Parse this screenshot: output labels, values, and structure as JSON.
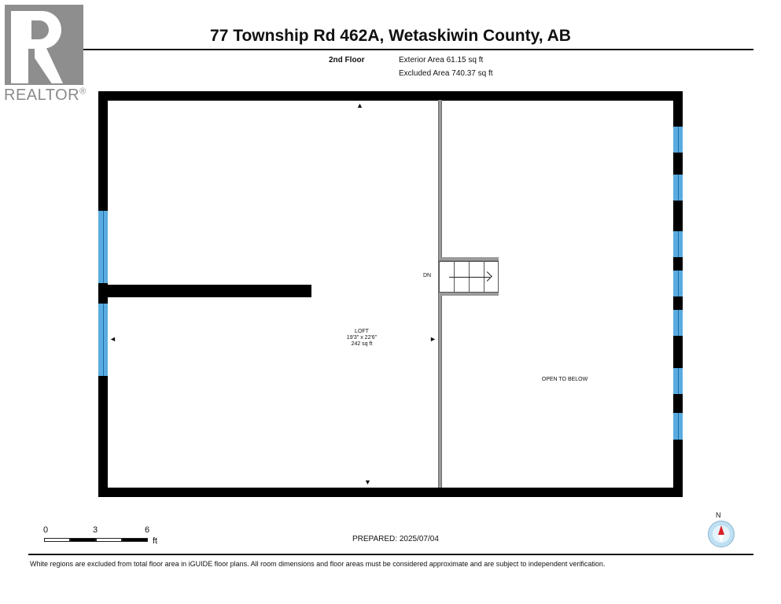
{
  "logo": {
    "brand_text": "REALTOR",
    "registered_mark": "®",
    "icon": "realtor-r-logo"
  },
  "header": {
    "title": "77 Township Rd 462A, Wetaskiwin County, AB",
    "floor_label": "2nd Floor",
    "exterior_area": "Exterior Area 61.15 sq ft",
    "excluded_area": "Excluded Area 740.37 sq ft"
  },
  "plan": {
    "rooms": [
      {
        "name": "LOFT",
        "dimensions": "19'3\" x 22'6\"",
        "area": "242 sq ft"
      },
      {
        "name": "OPEN TO BELOW"
      }
    ],
    "stair_label": "DN",
    "colors": {
      "wall": "#000000",
      "window": "#5aabdf",
      "partition": "#9a9a9a"
    },
    "markers": [
      "▲",
      "▼",
      "◄",
      "►"
    ]
  },
  "scale": {
    "ticks": [
      "0",
      "3",
      "6"
    ],
    "unit": "ft"
  },
  "prepared": "PREPARED: 2025/07/04",
  "compass": {
    "label": "N",
    "icon": "compass-icon"
  },
  "footer": {
    "disclaimer": "White regions are excluded from total floor area in iGUIDE floor plans. All room dimensions and floor areas must be considered approximate and are subject to independent verification."
  }
}
